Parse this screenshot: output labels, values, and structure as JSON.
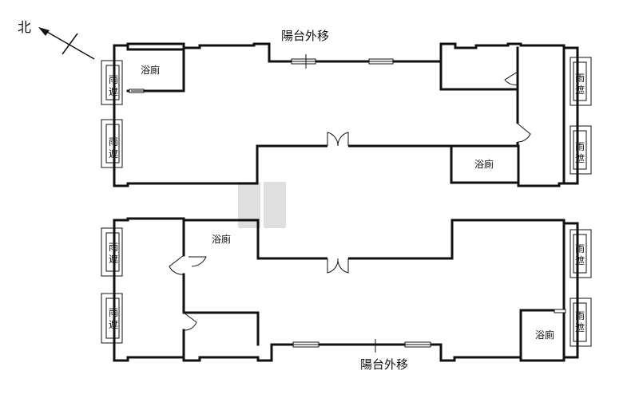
{
  "compass": {
    "north_label": "北"
  },
  "labels": {
    "balcony_top": "陽台外移",
    "balcony_bottom": "陽台外移",
    "bath": "浴廁",
    "rain_shelter": "雨遮"
  }
}
